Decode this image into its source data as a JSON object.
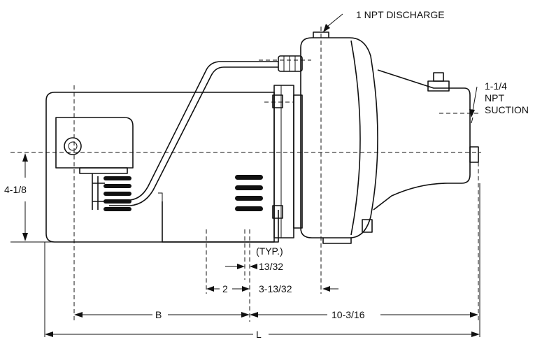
{
  "labels": {
    "discharge": "1 NPT DISCHARGE",
    "suction_1": "1-1/4",
    "suction_2": "NPT",
    "suction_3": "SUCTION",
    "height": "4-1/8",
    "typ": "(TYP.)",
    "hole_width": "13/32",
    "dim_2": "2",
    "dim_3_13_32": "3-13/32",
    "dim_b": "B",
    "dim_10_3_16": "10-3/16",
    "dim_l": "L"
  },
  "colors": {
    "ink": "#111111",
    "paper": "#ffffff"
  }
}
